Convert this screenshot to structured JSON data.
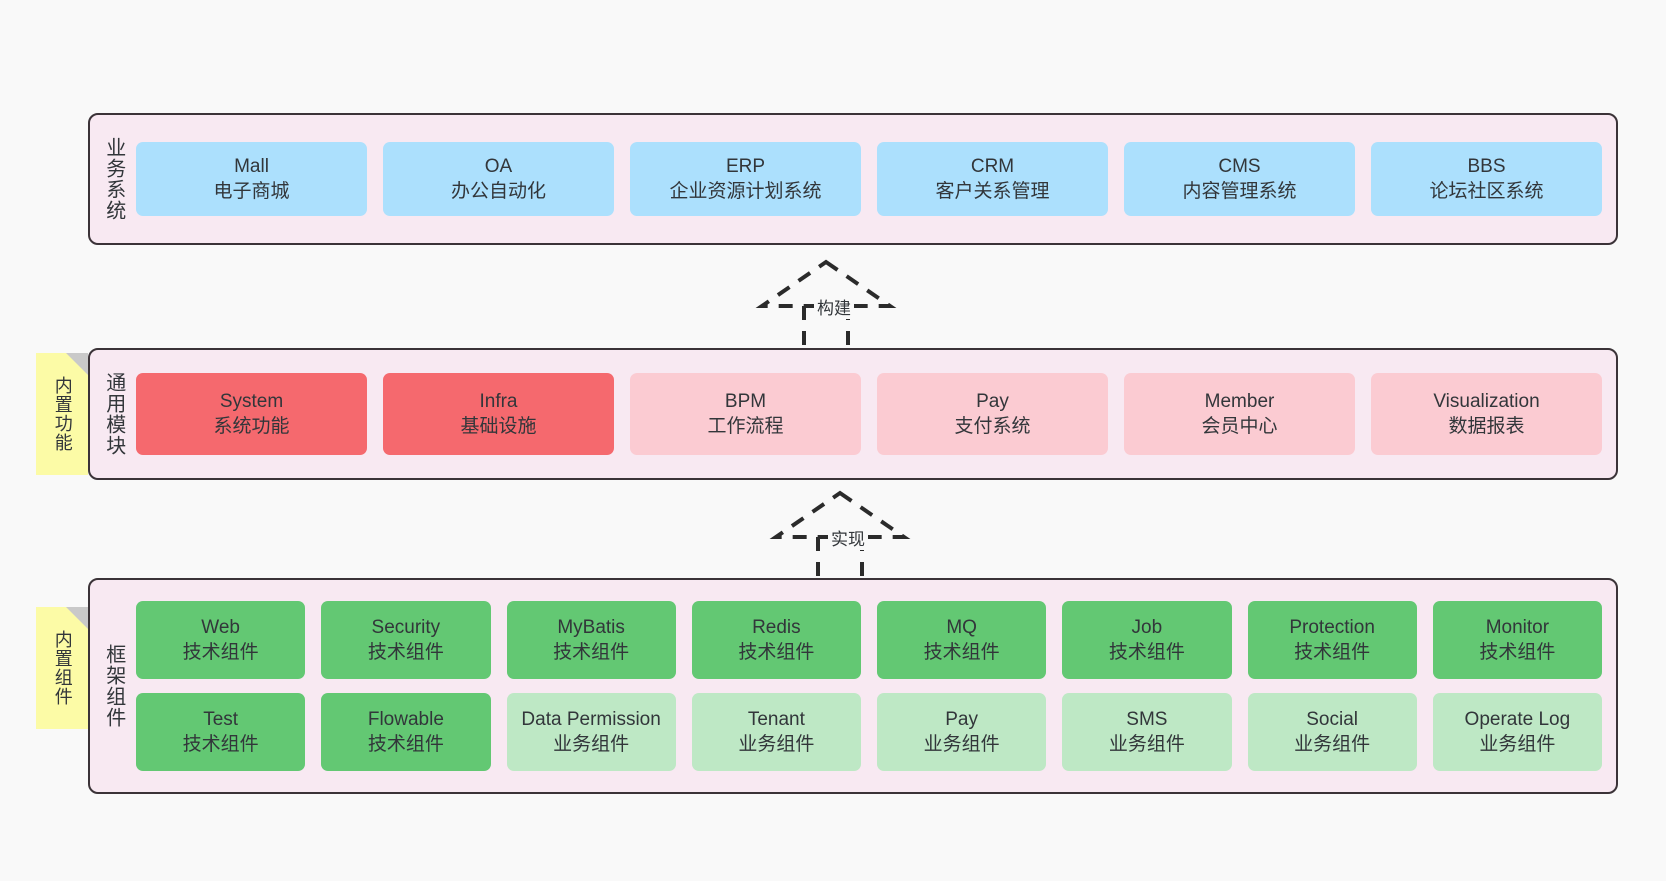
{
  "diagram": {
    "background_color": "#f9f9f9",
    "container_color": "#f8e9f2",
    "border_color": "#3b3338",
    "note_color": "#fcfba6"
  },
  "bands": {
    "business": {
      "title": "业务系统",
      "items": [
        {
          "en": "Mall",
          "cn": "电子商城",
          "color": "#ace0fd"
        },
        {
          "en": "OA",
          "cn": "办公自动化",
          "color": "#ace0fd"
        },
        {
          "en": "ERP",
          "cn": "企业资源计划系统",
          "color": "#ace0fd"
        },
        {
          "en": "CRM",
          "cn": "客户关系管理",
          "color": "#ace0fd"
        },
        {
          "en": "CMS",
          "cn": "内容管理系统",
          "color": "#ace0fd"
        },
        {
          "en": "BBS",
          "cn": "论坛社区系统",
          "color": "#ace0fd"
        }
      ]
    },
    "modules": {
      "title": "通用模块",
      "note": "内置功能",
      "items": [
        {
          "en": "System",
          "cn": "系统功能",
          "color": "#f5696e"
        },
        {
          "en": "Infra",
          "cn": "基础设施",
          "color": "#f5696e"
        },
        {
          "en": "BPM",
          "cn": "工作流程",
          "color": "#fbcbd2"
        },
        {
          "en": "Pay",
          "cn": "支付系统",
          "color": "#fbcbd2"
        },
        {
          "en": "Member",
          "cn": "会员中心",
          "color": "#fbcbd2"
        },
        {
          "en": "Visualization",
          "cn": "数据报表",
          "color": "#fbcbd2"
        }
      ]
    },
    "framework": {
      "title": "框架组件",
      "note": "内置组件",
      "row1": [
        {
          "en": "Web",
          "cn": "技术组件",
          "color": "#63c873"
        },
        {
          "en": "Security",
          "cn": "技术组件",
          "color": "#63c873"
        },
        {
          "en": "MyBatis",
          "cn": "技术组件",
          "color": "#63c873"
        },
        {
          "en": "Redis",
          "cn": "技术组件",
          "color": "#63c873"
        },
        {
          "en": "MQ",
          "cn": "技术组件",
          "color": "#63c873"
        },
        {
          "en": "Job",
          "cn": "技术组件",
          "color": "#63c873"
        },
        {
          "en": "Protection",
          "cn": "技术组件",
          "color": "#63c873"
        },
        {
          "en": "Monitor",
          "cn": "技术组件",
          "color": "#63c873"
        }
      ],
      "row2": [
        {
          "en": "Test",
          "cn": "技术组件",
          "color": "#63c873"
        },
        {
          "en": "Flowable",
          "cn": "技术组件",
          "color": "#63c873"
        },
        {
          "en": "Data Permission",
          "cn": "业务组件",
          "color": "#bee8c5"
        },
        {
          "en": "Tenant",
          "cn": "业务组件",
          "color": "#bee8c5"
        },
        {
          "en": "Pay",
          "cn": "业务组件",
          "color": "#bee8c5"
        },
        {
          "en": "SMS",
          "cn": "业务组件",
          "color": "#bee8c5"
        },
        {
          "en": "Social",
          "cn": "业务组件",
          "color": "#bee8c5"
        },
        {
          "en": "Operate Log",
          "cn": "业务组件",
          "color": "#bee8c5"
        }
      ]
    }
  },
  "connectors": [
    {
      "id": "build",
      "label": "构建",
      "style": "dashed-realization-up"
    },
    {
      "id": "implement",
      "label": "实现",
      "style": "dashed-realization-up"
    }
  ]
}
